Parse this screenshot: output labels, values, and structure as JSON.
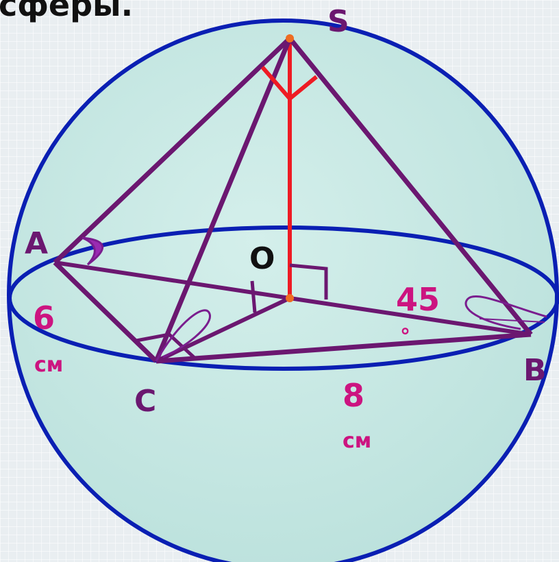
{
  "title_fragment": "сферы.",
  "points": {
    "S": "S",
    "A": "A",
    "B": "B",
    "C": "C",
    "O": "O"
  },
  "measurements": {
    "ac_value": "6",
    "ac_unit": "см",
    "cb_value": "8",
    "cb_unit": "см",
    "angle_value": "45",
    "angle_unit": "°"
  },
  "colors": {
    "sphere_fill": "#c8e9e5",
    "sphere_stroke": "#0a1fb3",
    "pyramid_edge": "#6b1770",
    "height_line": "#ee1b24",
    "label_point": "#6b1770",
    "label_measure": "#cc1480"
  }
}
